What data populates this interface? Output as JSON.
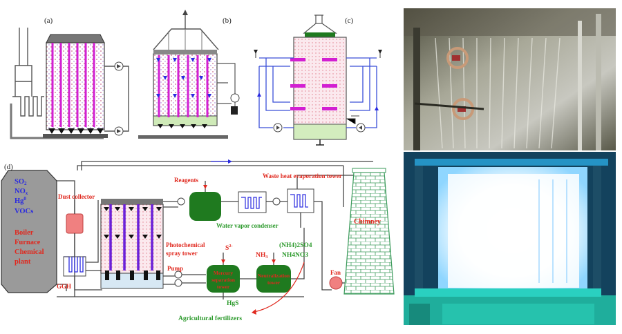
{
  "panels": {
    "a": "(a)",
    "b": "(b)",
    "c": "(c)",
    "d": "(d)"
  },
  "labels": {
    "so2": "SO",
    "so2_sub": "2",
    "nox": "NO",
    "nox_sub": "x",
    "hg": "Hg",
    "hg_sup": "0",
    "vocs": "VOCs",
    "boiler": "Boiler",
    "furnace": "Furnace",
    "chemical": "Chemical",
    "plant": "plant",
    "dust_collector": "Dust collector",
    "ggh": "GGH",
    "photochemical": "Photochemical",
    "spray_tower": "spray tower",
    "pump": "Pump",
    "reagents": "Reagents",
    "water_vapor_condenser": "Water vapor condenser",
    "waste_heat_tower": "Waste heat evaporation tower",
    "chimney": "Chimney",
    "fan": "Fan",
    "s2": "S",
    "s2_sup": "2-",
    "nh3": "NH",
    "nh3_sub": "3",
    "mercury_tower_1": "Mercury",
    "mercury_tower_2": "separation",
    "mercury_tower_3": "tower",
    "neutralization_1": "Neutralization",
    "neutralization_2": "tower",
    "nh4_2so4": "(NH4)2SO4",
    "nh4no3": "NH4NO3",
    "hgs": "HgS",
    "fertilizers": "Agricultural fertilizers"
  },
  "colors": {
    "red_label": "#e0281e",
    "blue_label": "#2a2ae0",
    "green_label": "#2c9a2c",
    "tank_green": "#1f7a1f",
    "tower_gray": "#9a9a9a",
    "pipe_blue": "#3a4fd8",
    "magenta_rod": "#d21fd2",
    "purple_rod": "#6a20d8"
  }
}
